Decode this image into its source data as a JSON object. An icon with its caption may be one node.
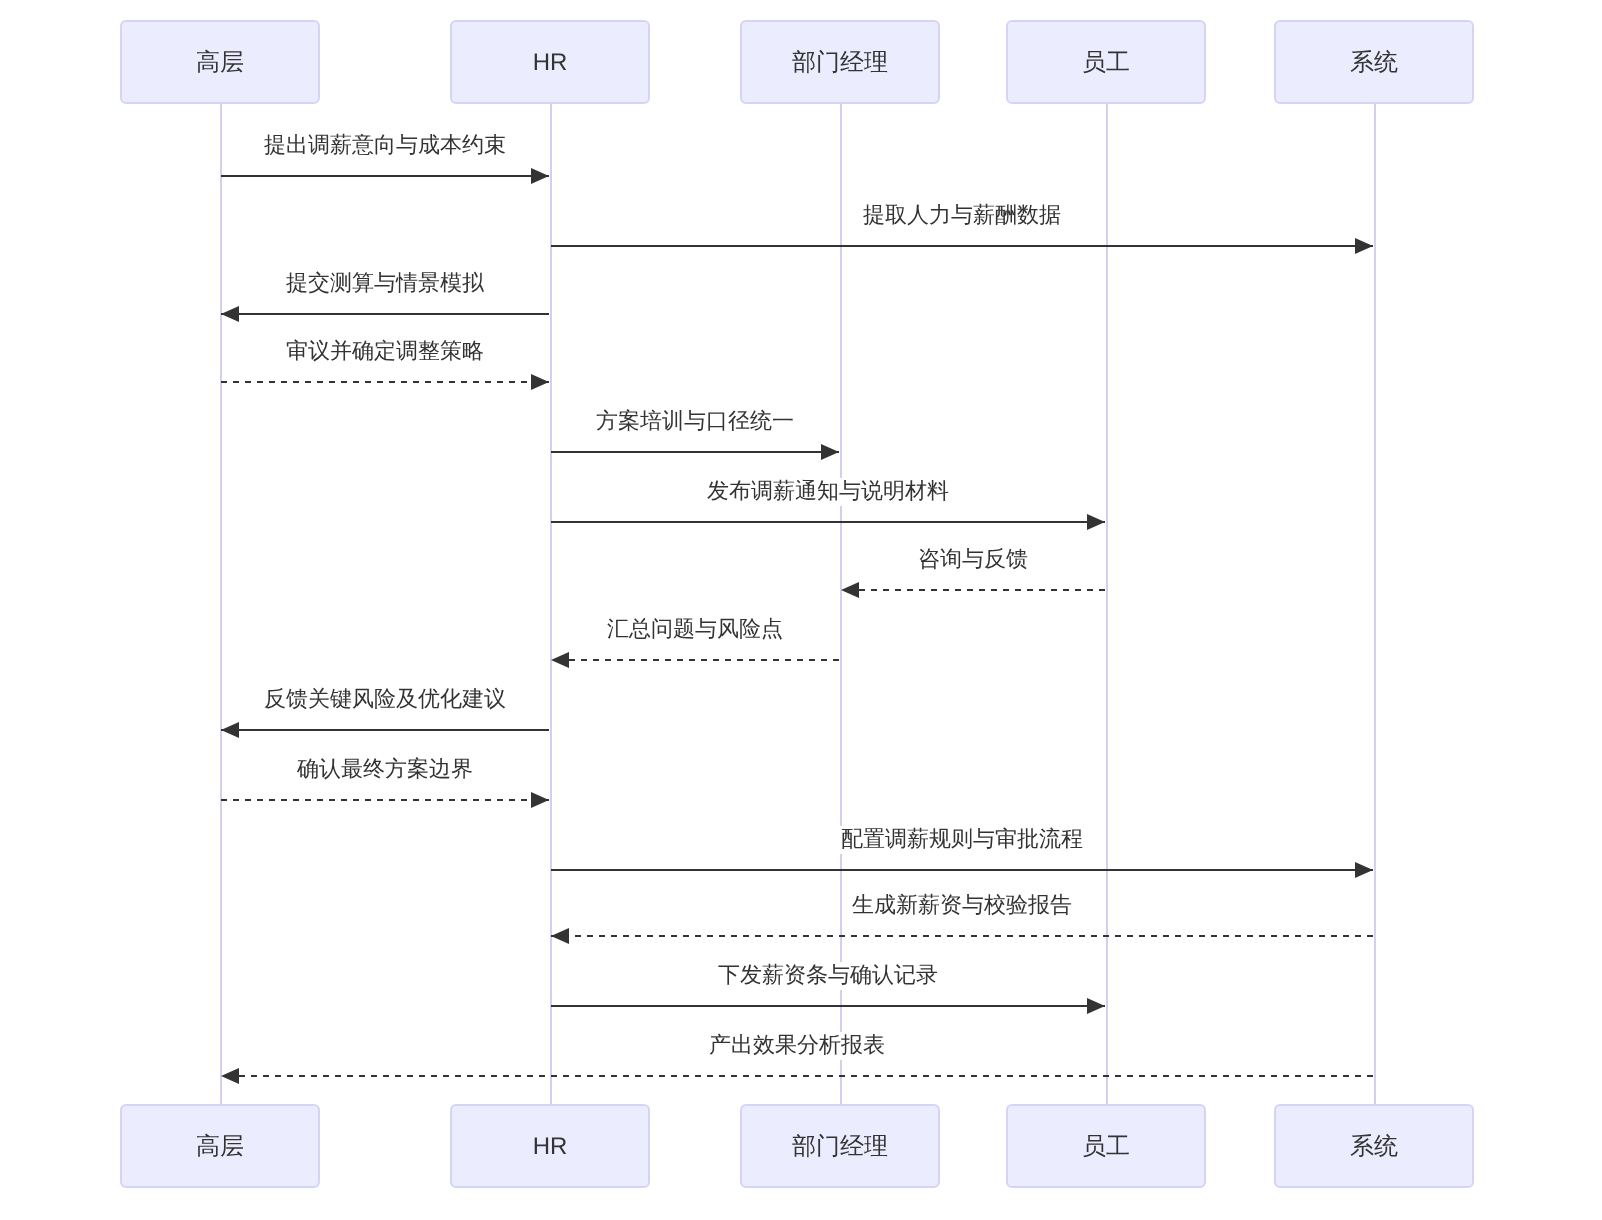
{
  "diagram": {
    "nodes": [
      {
        "text": [
          "高层"
        ]
      },
      {
        "text": [
          "HR"
        ]
      },
      {
        "text": [
          "部门经理"
        ]
      },
      {
        "text": [
          "员工"
        ]
      },
      {
        "text": [
          "系统"
        ]
      },
      {
        "text": [],
        "shape": "line"
      },
      {
        "text": [],
        "shape": "line"
      },
      {
        "text": [],
        "shape": "line"
      },
      {
        "text": [],
        "shape": "line"
      },
      {
        "text": [],
        "shape": "line"
      },
      {
        "text": [
          "高层"
        ]
      },
      {
        "text": [
          "HR"
        ]
      },
      {
        "text": [
          "部门经理"
        ]
      },
      {
        "text": [
          "员工"
        ]
      },
      {
        "text": [
          "系统"
        ]
      }
    ],
    "edges": [
      {
        "from": 5,
        "to": 6,
        "arrow": "to",
        "label": "提出调薪意向与成本约束"
      },
      {
        "from": 6,
        "to": 9,
        "arrow": "to",
        "label": "提取人力与薪酬数据"
      },
      {
        "from": 6,
        "to": 5,
        "arrow": "to",
        "label": "提交测算与情景模拟"
      },
      {
        "from": 5,
        "to": 6,
        "arrow": "to",
        "label": "审议并确定调整策略",
        "style": "dashed"
      },
      {
        "from": 6,
        "to": 7,
        "arrow": "to",
        "label": "方案培训与口径统一"
      },
      {
        "from": 6,
        "to": 8,
        "arrow": "to",
        "label": "发布调薪通知与说明材料"
      },
      {
        "from": 8,
        "to": 7,
        "arrow": "to",
        "label": "咨询与反馈",
        "style": "dashed"
      },
      {
        "from": 7,
        "to": 6,
        "arrow": "to",
        "label": "汇总问题与风险点",
        "style": "dashed"
      },
      {
        "from": 6,
        "to": 5,
        "arrow": "to",
        "label": "反馈关键风险及优化建议"
      },
      {
        "from": 5,
        "to": 6,
        "arrow": "to",
        "label": "确认最终方案边界",
        "style": "dashed"
      },
      {
        "from": 6,
        "to": 9,
        "arrow": "to",
        "label": "配置调薪规则与审批流程"
      },
      {
        "from": 9,
        "to": 6,
        "arrow": "to",
        "label": "生成新薪资与校验报告",
        "style": "dashed"
      },
      {
        "from": 6,
        "to": 8,
        "arrow": "to",
        "label": "下发薪资条与确认记录"
      },
      {
        "from": 9,
        "to": 5,
        "arrow": "to",
        "label": "产出效果分析报表",
        "style": "dashed"
      }
    ]
  }
}
